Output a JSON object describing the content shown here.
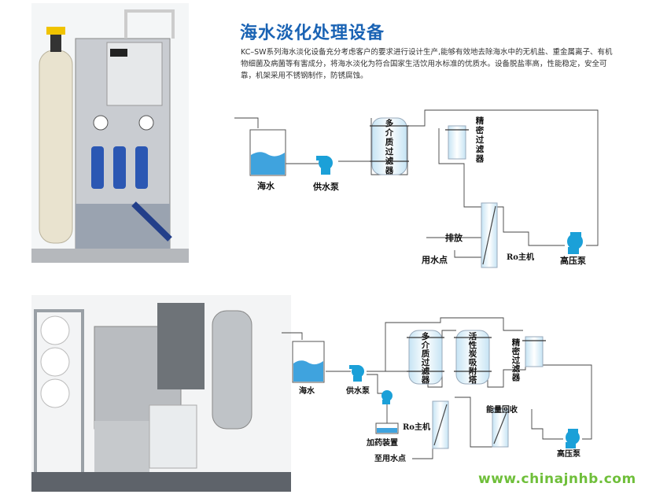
{
  "header": {
    "title": "海水淡化处理设备",
    "description": "KC–SW系列海水淡化设备充分考虑客户的要求进行设计生产,能够有效地去除海水中的无机盐、重金属离子、有机物细菌及病菌等有害成分，将海水淡化为符合国家生活饮用水标准的优质水。设备脱盐率高，性能稳定，安全可靠，机架采用不锈钢制作，防锈腐蚀。"
  },
  "diagram1": {
    "seawater": "海水",
    "supply_pump": "供水泵",
    "multimedia_filter": "多介质过滤器",
    "precision_filter": "精密过滤器",
    "discharge": "排放",
    "water_point": "用水点",
    "ro_unit": "Ro主机",
    "high_pressure_pump": "高压泵"
  },
  "diagram2": {
    "seawater": "海水",
    "supply_pump": "供水泵",
    "multimedia_filter": "多介质过滤器",
    "activated_carbon": "活性炭吸附塔",
    "precision_filter": "精密过滤器",
    "dosing_device": "加药装置",
    "ro_unit": "Ro主机",
    "energy_recovery": "能量回收",
    "water_point": "至用水点",
    "high_pressure_pump": "高压泵"
  },
  "footer": {
    "website": "www.chinajnhb.com"
  },
  "colors": {
    "title": "#1a63b4",
    "water": "#3fa3de",
    "pump": "#1ba0d8",
    "footer": "#6fbf3a"
  }
}
